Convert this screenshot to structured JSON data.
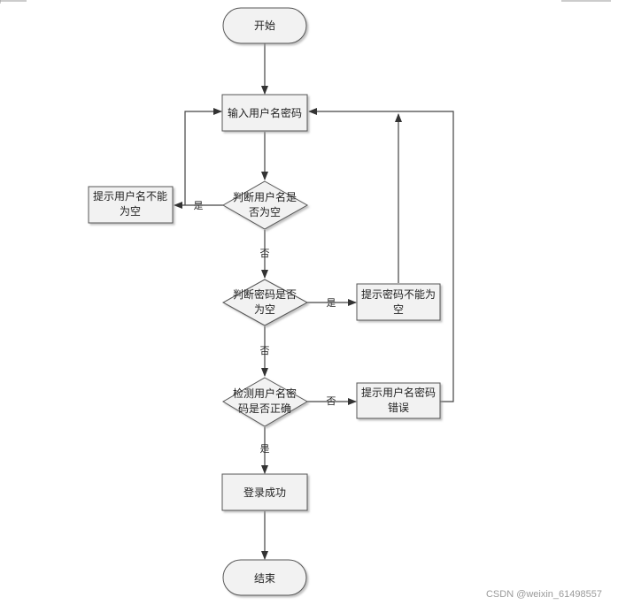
{
  "diagram": {
    "nodes": {
      "start": "开始",
      "input": "输入用户名密码",
      "check_user": [
        "判断用户名是",
        "否为空"
      ],
      "user_empty_msg": [
        "提示用户名不能",
        "为空"
      ],
      "check_pass": [
        "判断密码是否",
        "为空"
      ],
      "pass_empty_msg": [
        "提示密码不能为",
        "空"
      ],
      "verify": [
        "检测用户名密",
        "码是否正确"
      ],
      "wrong_msg": [
        "提示用户名密码",
        "错误"
      ],
      "success": "登录成功",
      "end": "结束"
    },
    "edge_labels": {
      "user_yes": "是",
      "user_no": "否",
      "pass_yes": "是",
      "pass_no": "否",
      "verify_no": "否",
      "verify_yes": "是"
    }
  },
  "watermark": "CSDN @weixin_61498557"
}
